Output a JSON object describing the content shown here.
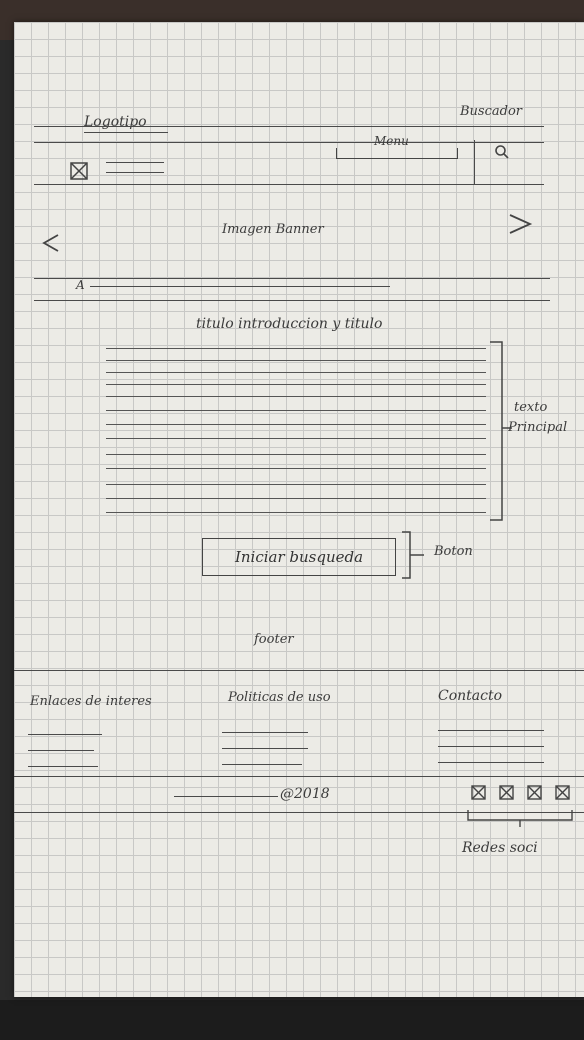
{
  "header": {
    "logo_label": "Logotipo",
    "menu_label": "Menu",
    "search_label": "Buscador"
  },
  "banner": {
    "label": "Imagen Banner",
    "caption_marker": "A"
  },
  "main": {
    "title": "titulo introduccion y titulo",
    "text_annotation_line1": "texto",
    "text_annotation_line2": "Principal",
    "button_label": "Iniciar busqueda",
    "button_annotation": "Boton"
  },
  "footer": {
    "label": "footer",
    "columns": [
      {
        "title": "Enlaces de interes"
      },
      {
        "title": "Politicas de uso"
      },
      {
        "title": "Contacto"
      }
    ],
    "copyright": "@2018",
    "social_label": "Redes soci"
  },
  "icons": {
    "logo": "image-placeholder-icon",
    "search": "search-icon",
    "prev": "chevron-left-icon",
    "next": "chevron-right-icon",
    "social": "social-placeholder-icon"
  },
  "colors": {
    "paper": "#ecebe6",
    "grid": "#c8c8c6",
    "ink": "#3b3b3b"
  }
}
